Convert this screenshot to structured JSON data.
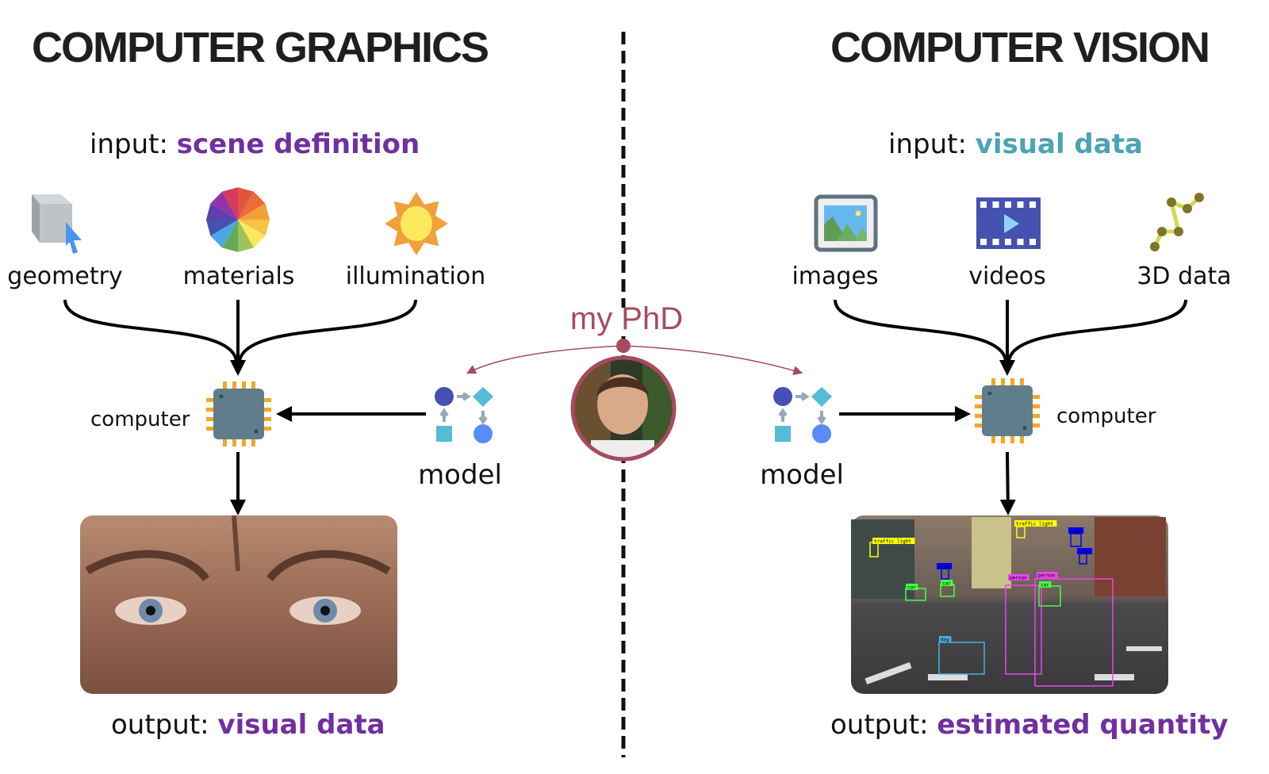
{
  "graphics": {
    "title": "COMPUTER GRAPHICS",
    "input_prefix": "input: ",
    "input_value": "scene definition",
    "inputs": [
      {
        "label": "geometry",
        "icon": "cube-cursor-icon"
      },
      {
        "label": "materials",
        "icon": "color-wheel-icon"
      },
      {
        "label": "illumination",
        "icon": "sun-icon"
      }
    ],
    "computer_label": "computer",
    "model_label": "model",
    "output_prefix": "output: ",
    "output_value": "visual data"
  },
  "vision": {
    "title": "COMPUTER VISION",
    "input_prefix": "input: ",
    "input_value": "visual data",
    "inputs": [
      {
        "label": "images",
        "icon": "image-icon"
      },
      {
        "label": "videos",
        "icon": "video-icon"
      },
      {
        "label": "3D data",
        "icon": "3d-data-icon"
      }
    ],
    "computer_label": "computer",
    "model_label": "model",
    "output_prefix": "output: ",
    "output_value": "estimated quantity",
    "detections": [
      "traffic light",
      "traffic light",
      "sign",
      "sign",
      "sign",
      "car",
      "car",
      "car",
      "person",
      "person",
      "dog"
    ]
  },
  "center": {
    "label": "my PhD"
  },
  "colors": {
    "purple": "#7030a0",
    "teal": "#4ba3b4",
    "phd": "#a84a5e",
    "chip": "#607d8b",
    "pins": "#f5a623"
  }
}
